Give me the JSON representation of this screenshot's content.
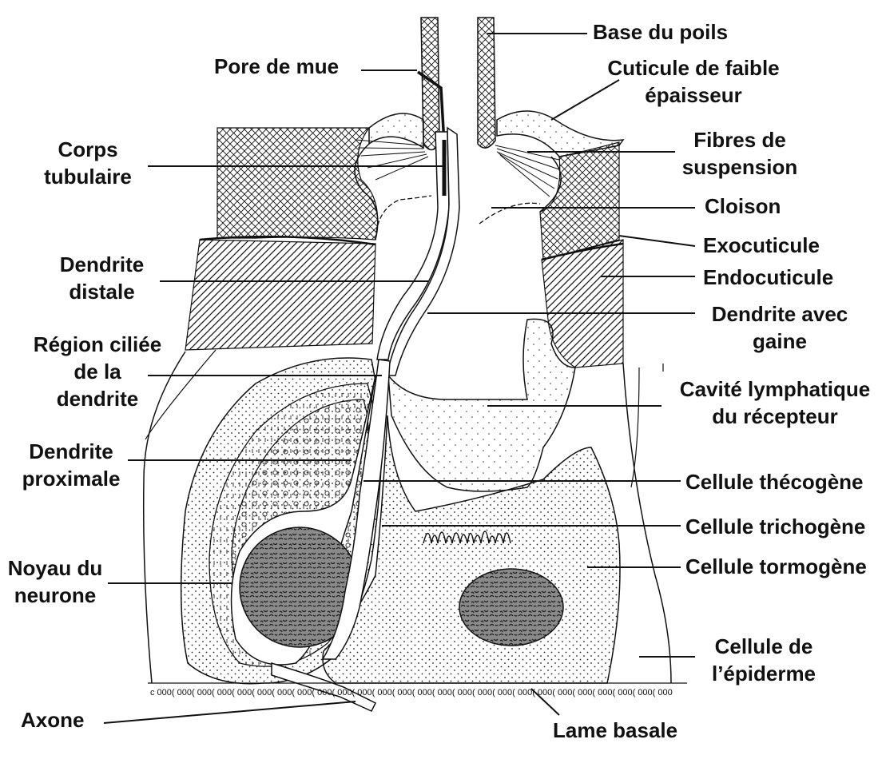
{
  "labels": {
    "left": {
      "pore_de_mue": "Pore de mue",
      "corps_tubulaire": "Corps\ntubulaire",
      "dendrite_distale": "Dendrite\ndistale",
      "region_ciliee": "Région ciliée\nde la\ndendrite",
      "dendrite_proximale": "Dendrite\nproximale",
      "noyau_neurone": "Noyau du\nneurone",
      "axone": "Axone"
    },
    "right": {
      "base_du_poils": "Base du poils",
      "cuticule_faible": "Cuticule de faible\népaisseur",
      "fibres_suspension": "Fibres de\nsuspension",
      "cloison": "Cloison",
      "exocuticule": "Exocuticule",
      "endocuticule": "Endocuticule",
      "dendrite_gaine": "Dendrite avec\ngaine",
      "cavite_lymphatique": "Cavité lymphatique\ndu récepteur",
      "cellule_thecogene": "Cellule thécogène",
      "cellule_trichogene": "Cellule trichogène",
      "cellule_tormogene": "Cellule tormogène",
      "cellule_epiderme": "Cellule de\nl’épiderme",
      "lame_basale": "Lame basale"
    }
  },
  "colors": {
    "ink": "#111111",
    "background": "#ffffff",
    "nucleus": "#555555"
  }
}
